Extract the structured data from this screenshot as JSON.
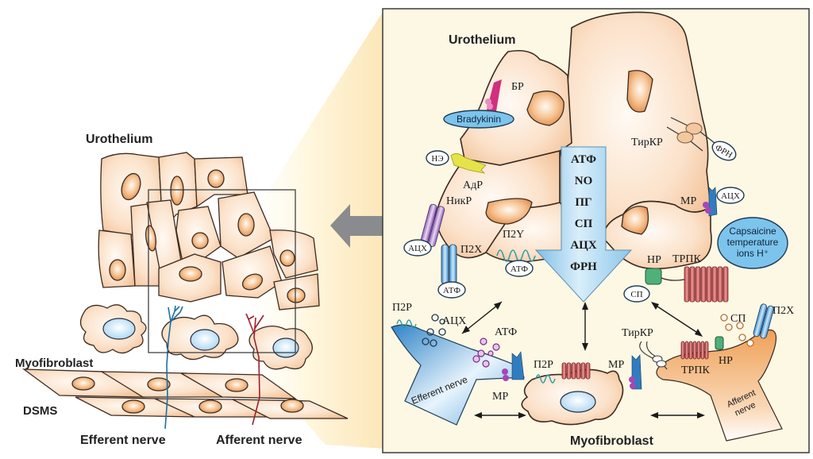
{
  "left_panel": {
    "urothelium_label": "Urothelium",
    "myofibroblast_label": "Myofibroblast",
    "dsms_label": "DSMS",
    "efferent_label": "Efferent nerve",
    "afferent_label": "Afferent nerve"
  },
  "right_panel": {
    "urothelium_label": "Urothelium",
    "myofibroblast_label": "Myofibroblast",
    "receptors": {
      "br": "БР",
      "bradykinin": "Bradykinin",
      "ne": "НЭ",
      "adr": "АдР",
      "nikr": "НикР",
      "ach1": "АЦХ",
      "p2x_left": "П2Х",
      "atp_p2x": "АТФ",
      "p2y": "П2Y",
      "atp_p2y": "АТФ",
      "tirkr_top": "ТирКР",
      "frn_top": "ФРН",
      "mr_top": "МР",
      "ach_top": "АЦХ",
      "stimuli_line1": "Capsaicine",
      "stimuli_line2": "temperature",
      "stimuli_line3": "ions H⁺",
      "nr_top": "НР",
      "trpk_top": "ТРПК",
      "sp_top": "СП"
    },
    "released_mediators": [
      "АТФ",
      "NO",
      "ПГ",
      "СП",
      "АЦХ",
      "ФРН"
    ],
    "efferent": {
      "p2r": "П2Р",
      "ach": "АЦХ",
      "atp": "АТФ",
      "mr": "МР",
      "nerve_label": "Efferent nerve"
    },
    "myofibroblast_cell": {
      "p2r": "П2Р",
      "mr": "МР"
    },
    "afferent": {
      "tirkr": "ТирКР",
      "sp": "СП",
      "p2x": "П2Х",
      "nr": "НР",
      "trpk": "ТРПК",
      "nerve_label_line1": "Afferent",
      "nerve_label_line2": "nerve"
    }
  },
  "colors": {
    "cell_fill": "#f7d3b4",
    "cell_stroke": "#3b2a22",
    "panel_bg": "#fdf8e4",
    "arrow_gray": "#8a8b8e",
    "mediator_arrow": "#a9d4ee",
    "efferent_blue": "#3a8fd0",
    "afferent_orange": "#f0a057",
    "trp_red": "#b8454a"
  }
}
